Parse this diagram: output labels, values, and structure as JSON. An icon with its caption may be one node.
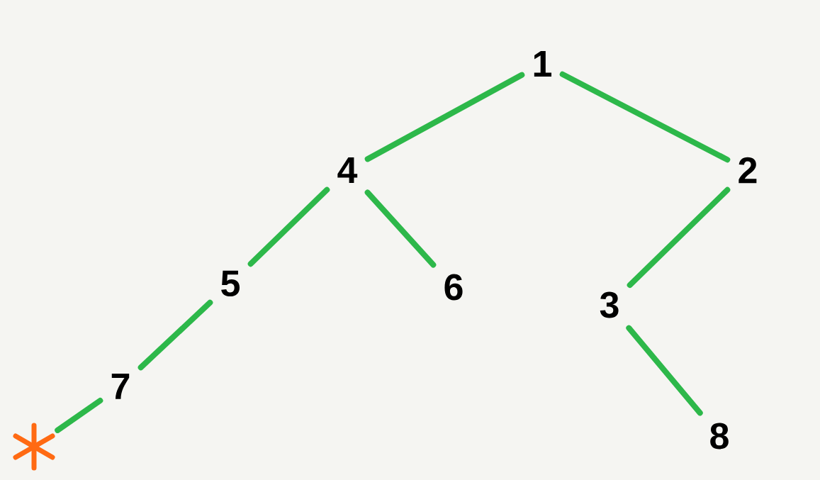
{
  "diagram": {
    "nodes": [
      {
        "text": [
          "1"
        ]
      },
      {
        "text": [
          "4"
        ]
      },
      {
        "text": [
          "2"
        ]
      },
      {
        "text": [
          "5"
        ]
      },
      {
        "text": [
          "6"
        ]
      },
      {
        "text": [
          "3"
        ]
      },
      {
        "text": [
          "7"
        ]
      },
      {
        "text": [
          "8"
        ]
      },
      {
        "text": [],
        "shape": "star"
      }
    ],
    "edges": [
      {
        "from": 0,
        "to": 1,
        "arrow": "none"
      },
      {
        "from": 0,
        "to": 2,
        "arrow": "none"
      },
      {
        "from": 1,
        "to": 3,
        "arrow": "none"
      },
      {
        "from": 1,
        "to": 4,
        "arrow": "none"
      },
      {
        "from": 2,
        "to": 5,
        "arrow": "none"
      },
      {
        "from": 3,
        "to": 6,
        "arrow": "none"
      },
      {
        "from": 5,
        "to": 7,
        "arrow": "none"
      },
      {
        "from": 6,
        "to": 8,
        "arrow": "none"
      }
    ]
  }
}
